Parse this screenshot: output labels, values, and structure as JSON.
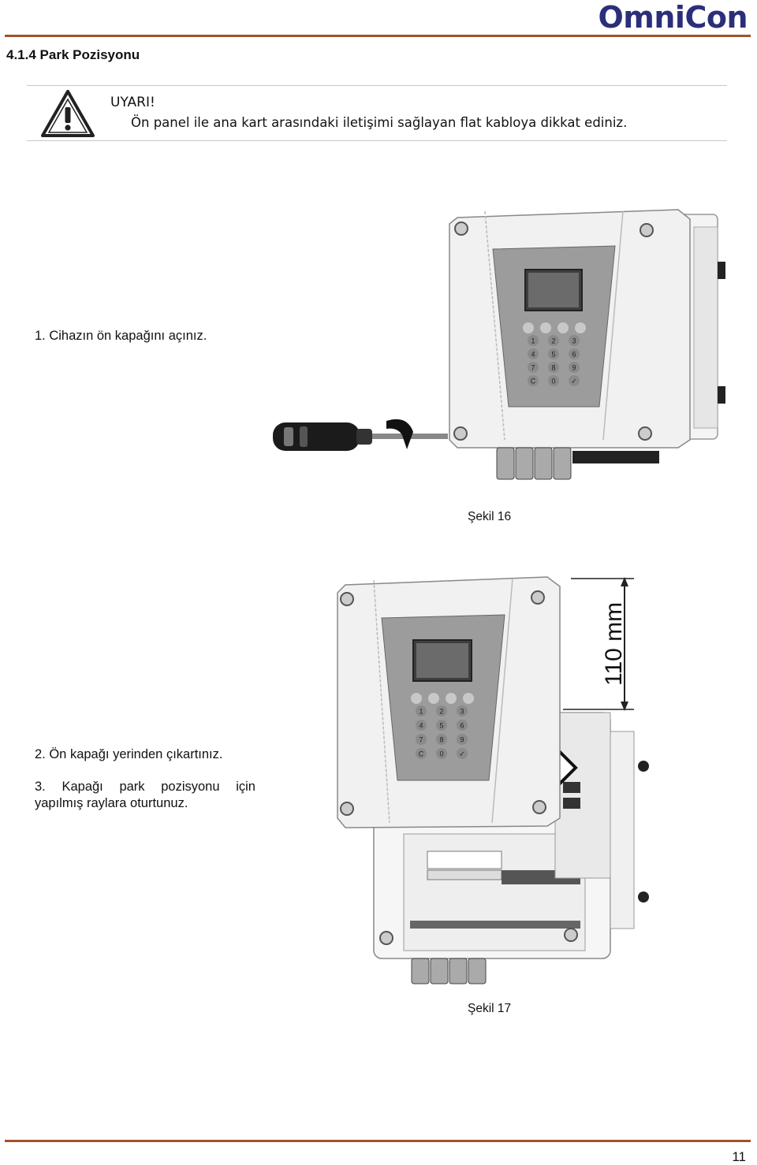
{
  "header": {
    "logo_text": "OmniCon",
    "logo_color": "#2b2f7a",
    "rule_color": "#a0522d"
  },
  "section": {
    "heading": "4.1.4 Park Pozisyonu"
  },
  "warning": {
    "icon": "warning-triangle-icon",
    "title": "UYARI!",
    "text": "Ön panel ile ana kart arasındaki iletişimi sağlayan flat kabloya dikkat ediniz."
  },
  "steps": {
    "step1": "1.  Cihazın ön kapağını açınız.",
    "step2": "2.  Ön kapağı yerinden çıkartınız.",
    "step3_line1": "3.  Kapağı park pozisyonu için",
    "step3_line2": "yapılmış raylara oturtunuz."
  },
  "figures": {
    "fig16_caption": "Şekil 16",
    "fig17_caption": "Şekil 17",
    "fig17_dimension": "110 mm",
    "keypad_keys": [
      "1",
      "2",
      "3",
      "4",
      "5",
      "6",
      "7",
      "8",
      "9",
      "C",
      "0",
      "✓"
    ]
  },
  "footer": {
    "page_number": "11"
  }
}
